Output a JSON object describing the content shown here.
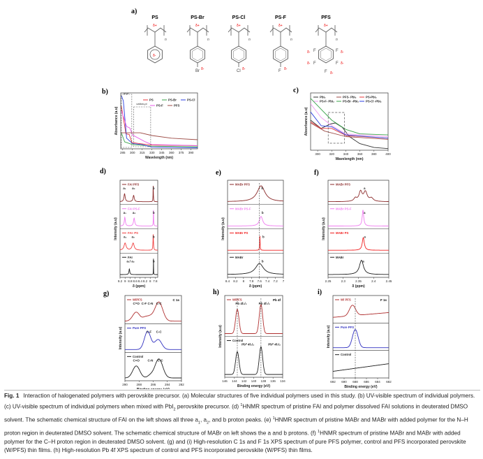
{
  "panel_a": {
    "label": "a)",
    "delta_plus": "δ+",
    "delta_minus": "δ-",
    "repeat_unit": "n",
    "polymers": [
      {
        "name": "PS",
        "substituent": ""
      },
      {
        "name": "PS-Br",
        "substituent": "Br"
      },
      {
        "name": "PS-Cl",
        "substituent": "Cl"
      },
      {
        "name": "PS-F",
        "substituent": "F"
      },
      {
        "name": "PFS",
        "substituent": "F"
      }
    ]
  },
  "chart_data": [
    {
      "id": "b",
      "label": "b)",
      "type": "line",
      "xlabel": "Wavelength (nm)",
      "ylabel": "Absorbance (a.u)",
      "xlim": [
        282,
        400
      ],
      "ylim": [
        0,
        1.05
      ],
      "xticks": [
        285,
        300,
        315,
        330,
        345,
        360,
        375,
        390
      ],
      "annotations": [
        "pi-pi",
        "cation-pi"
      ],
      "series": [
        {
          "name": "PS",
          "color": "#e8383d",
          "points": [
            [
              283,
              0.8
            ],
            [
              290,
              0.28
            ],
            [
              295,
              0.27
            ],
            [
              299,
              0.12
            ],
            [
              310,
              0.1
            ],
            [
              330,
              0.07
            ],
            [
              400,
              0.06
            ]
          ]
        },
        {
          "name": "PS-Br",
          "color": "#3aa34a",
          "points": [
            [
              283,
              0.3
            ],
            [
              288,
              0.13
            ],
            [
              300,
              0.08
            ],
            [
              330,
              0.05
            ],
            [
              400,
              0.04
            ]
          ]
        },
        {
          "name": "PS-Cl",
          "color": "#2b3fe0",
          "points": [
            [
              283,
              1.0
            ],
            [
              286,
              0.9
            ],
            [
              291,
              0.2
            ],
            [
              300,
              0.1
            ],
            [
              315,
              0.08
            ],
            [
              330,
              0.03
            ],
            [
              400,
              0.02
            ]
          ]
        },
        {
          "name": "PS-F",
          "color": "#e85ae8",
          "points": [
            [
              283,
              0.72
            ],
            [
              291,
              0.42
            ],
            [
              296,
              0.39
            ],
            [
              300,
              0.26
            ],
            [
              320,
              0.13
            ],
            [
              330,
              0.08
            ],
            [
              400,
              0.06
            ]
          ]
        },
        {
          "name": "PFS",
          "color": "#9c4a44",
          "points": [
            [
              283,
              0.3
            ],
            [
              312,
              0.3
            ],
            [
              330,
              0.25
            ],
            [
              360,
              0.2
            ],
            [
              400,
              0.17
            ]
          ]
        }
      ]
    },
    {
      "id": "c",
      "label": "c)",
      "type": "line",
      "xlabel": "Wavelength (nm)",
      "ylabel": "Absorbance (a.u)",
      "xlim": [
        290,
        400
      ],
      "ylim": [
        0,
        1.05
      ],
      "xticks": [
        300,
        320,
        340,
        360,
        380,
        400
      ],
      "series": [
        {
          "name": "PbI₂",
          "color": "#333333",
          "points": [
            [
              290,
              0.55
            ],
            [
              305,
              0.4
            ],
            [
              318,
              0.48
            ],
            [
              325,
              0.5
            ],
            [
              335,
              0.42
            ],
            [
              345,
              0.25
            ],
            [
              360,
              0.12
            ],
            [
              380,
              0.05
            ],
            [
              400,
              0.03
            ]
          ]
        },
        {
          "name": "PFS- PbI₂",
          "color": "#9c4a44",
          "points": [
            [
              290,
              0.5
            ],
            [
              310,
              0.35
            ],
            [
              340,
              0.25
            ],
            [
              400,
              0.2
            ]
          ]
        },
        {
          "name": "PS-PbI₂",
          "color": "#e8383d",
          "points": [
            [
              290,
              0.52
            ],
            [
              305,
              0.4
            ],
            [
              320,
              0.4
            ],
            [
              340,
              0.27
            ],
            [
              400,
              0.22
            ]
          ]
        },
        {
          "name": "PS-F- PbI₂",
          "color": "#f09af0",
          "points": [
            [
              290,
              0.85
            ],
            [
              305,
              0.6
            ],
            [
              320,
              0.45
            ],
            [
              340,
              0.3
            ],
            [
              400,
              0.25
            ]
          ]
        },
        {
          "name": "PS-Br -PbI₂",
          "color": "#3aa34a",
          "points": [
            [
              290,
              0.95
            ],
            [
              305,
              0.75
            ],
            [
              320,
              0.55
            ],
            [
              340,
              0.38
            ],
            [
              360,
              0.3
            ],
            [
              400,
              0.28
            ]
          ]
        },
        {
          "name": "PS-Cl -PbI₂",
          "color": "#2b3fe0",
          "points": [
            [
              290,
              0.7
            ],
            [
              305,
              0.45
            ],
            [
              320,
              0.43
            ],
            [
              340,
              0.28
            ],
            [
              400,
              0.22
            ]
          ]
        }
      ]
    },
    {
      "id": "d",
      "label": "d)",
      "type": "line",
      "xlabel": "δ (ppm)",
      "ylabel": "Intensity (a.u)",
      "xlim": [
        9.2,
        7.7
      ],
      "xticks": [
        9.2,
        9.0,
        8.8,
        8.6,
        8.4,
        8.2,
        8.0,
        7.8
      ],
      "stacks": [
        {
          "name": "FAI PFS",
          "color": "#8b2a2a",
          "shape": "lorentz",
          "peaks": [
            [
              9.02,
              0.5,
              0.03
            ],
            [
              8.66,
              0.4,
              0.03
            ],
            [
              7.88,
              1.0,
              0.008
            ]
          ],
          "marks": [
            [
              "a₁",
              9.02
            ],
            [
              "a₂",
              8.66
            ],
            [
              "b",
              7.86
            ]
          ]
        },
        {
          "name": "FAI PS-F",
          "color": "#f07cf0",
          "shape": "lorentz",
          "peaks": [
            [
              9.01,
              0.55,
              0.025
            ],
            [
              8.64,
              0.5,
              0.03
            ],
            [
              7.87,
              1.0,
              0.008
            ]
          ],
          "marks": [
            [
              "a₁",
              9.01
            ],
            [
              "a₂",
              8.64
            ],
            [
              "b",
              7.86
            ]
          ]
        },
        {
          "name": "FAI- PS",
          "color": "#f04040",
          "shape": "lorentz",
          "peaks": [
            [
              9.0,
              0.45,
              0.05
            ],
            [
              8.68,
              0.45,
              0.05
            ],
            [
              7.88,
              1.0,
              0.012
            ]
          ],
          "marks": [
            [
              "a₁",
              9.0
            ],
            [
              "a₂",
              8.68
            ],
            [
              "b",
              7.86
            ]
          ]
        },
        {
          "name": "FAI",
          "color": "#222222",
          "shape": "lorentz",
          "peaks": [
            [
              8.83,
              0.35,
              0.02
            ],
            [
              7.87,
              1.0,
              0.004
            ]
          ],
          "marks": [
            [
              "a₁/ a₂",
              8.78
            ],
            [
              "b",
              7.86
            ]
          ]
        }
      ]
    },
    {
      "id": "e",
      "label": "e)",
      "type": "line",
      "xlabel": "δ (ppm)",
      "ylabel": "Intensity (a.u)",
      "xlim": [
        8.4,
        7.0
      ],
      "xticks": [
        8.4,
        8.2,
        8.0,
        7.8,
        7.6,
        7.4,
        7.2,
        7.0
      ],
      "dashed_x": [
        7.6
      ],
      "stacks": [
        {
          "name": "MABr PFS",
          "color": "#8b2a2a",
          "shape": "lorentz",
          "peaks": [
            [
              7.56,
              1.0,
              0.12
            ]
          ],
          "marks": [
            [
              "b",
              7.53
            ]
          ]
        },
        {
          "name": "MABr PS-F",
          "color": "#f07cf0",
          "shape": "lorentz",
          "peaks": [
            [
              7.56,
              0.6,
              0.05
            ]
          ],
          "marks": [
            [
              "b",
              7.52
            ]
          ]
        },
        {
          "name": "MABr PS",
          "color": "#f02020",
          "shape": "lorentz",
          "peaks": [
            [
              7.59,
              1.0,
              0.006
            ]
          ],
          "marks": [
            [
              "b",
              7.5
            ]
          ]
        },
        {
          "name": "MABr",
          "color": "#222222",
          "shape": "lorentz",
          "peaks": [
            [
              7.6,
              0.7,
              0.12
            ]
          ],
          "marks": [
            [
              "b",
              7.52
            ]
          ]
        }
      ]
    },
    {
      "id": "f",
      "label": "f)",
      "type": "line",
      "xlabel": "δ (ppm)",
      "ylabel": "Intensity (a.u)",
      "xlim": [
        2.25,
        2.45
      ],
      "xticks": [
        2.25,
        2.3,
        2.35,
        2.4,
        2.45
      ],
      "stacks": [
        {
          "name": "MABr PFS",
          "color": "#8b2a2a",
          "shape": "lorentz",
          "peaks": [
            [
              2.34,
              0.2,
              0.006
            ],
            [
              2.357,
              0.6,
              0.006
            ],
            [
              2.373,
              0.6,
              0.007
            ],
            [
              2.393,
              0.2,
              0.007
            ]
          ],
          "marks": [
            [
              "a",
              2.37
            ]
          ]
        },
        {
          "name": "MABr PS-F",
          "color": "#f07cf0",
          "shape": "lorentz",
          "peaks": [
            [
              2.365,
              1.0,
              0.003
            ]
          ],
          "marks": [
            [
              "a",
              2.37
            ]
          ]
        },
        {
          "name": "MABr PS",
          "color": "#f02020",
          "shape": "lorentz",
          "peaks": [
            [
              2.366,
              0.8,
              0.004
            ]
          ],
          "marks": [
            [
              "a",
              2.371
            ]
          ]
        },
        {
          "name": "MABr",
          "color": "#222222",
          "shape": "lorentz",
          "peaks": [
            [
              2.36,
              0.9,
              0.008
            ]
          ],
          "marks": [
            [
              "a",
              2.366
            ]
          ]
        }
      ]
    },
    {
      "id": "g",
      "label": "g)",
      "type": "line",
      "xlabel": "Binding energy (eV)",
      "ylabel": "Intensity (a.u)",
      "xlim": [
        290,
        282
      ],
      "xticks": [
        290,
        288,
        286,
        284,
        282
      ],
      "corner_label": "C 1s",
      "stacks": [
        {
          "name": "W/PFS",
          "color": "#b03030",
          "shape": "gauss",
          "peaks": [
            [
              288.4,
              0.45,
              0.5
            ],
            [
              287.2,
              0.12,
              0.35
            ],
            [
              286.5,
              0.22,
              0.5
            ],
            [
              285.2,
              0.95,
              0.55
            ]
          ],
          "marks": [
            [
              "C=O",
              288.4
            ],
            [
              "C-F",
              287.3
            ],
            [
              "C-N",
              286.4
            ],
            [
              "C-C",
              285.2
            ]
          ]
        },
        {
          "name": "Pure PFS",
          "color": "#3030c0",
          "shape": "gauss",
          "peaks": [
            [
              286.8,
              0.9,
              0.45
            ],
            [
              285.3,
              0.5,
              0.5
            ]
          ],
          "marks": [
            [
              "C-F",
              286.6
            ],
            [
              "C-C",
              285.2
            ]
          ]
        },
        {
          "name": "Control",
          "color": "#222222",
          "shape": "gauss",
          "peaks": [
            [
              288.4,
              0.6,
              0.5
            ],
            [
              286.4,
              0.12,
              0.4
            ],
            [
              285.2,
              0.95,
              0.55
            ]
          ],
          "marks": [
            [
              "C=O",
              288.4
            ],
            [
              "C-N",
              286.4
            ],
            [
              "C-C",
              285.0
            ]
          ]
        }
      ]
    },
    {
      "id": "h",
      "label": "h)",
      "type": "line",
      "xlabel": "Binding energy (eV)",
      "ylabel": "Intensity (a.u)",
      "xlim": [
        146,
        134
      ],
      "xticks": [
        146,
        144,
        142,
        140,
        138,
        136,
        134
      ],
      "corner_label": "Pb 4f",
      "dashed_x": [
        143.4,
        138.5
      ],
      "stacks": [
        {
          "name": "W/PFS",
          "color": "#b03030",
          "shape": "gauss",
          "peaks": [
            [
              143.4,
              0.75,
              0.35
            ],
            [
              138.5,
              0.9,
              0.35
            ]
          ],
          "marks": [
            [
              "Pb 4f₅/₂",
              142.6
            ],
            [
              "Pb 4f₇/₂",
              137.8
            ]
          ]
        },
        {
          "name": "Control",
          "color": "#222222",
          "shape": "gauss",
          "peaks": [
            [
              143.4,
              0.7,
              0.35
            ],
            [
              138.5,
              0.85,
              0.35
            ]
          ],
          "marks": [
            [
              "Pb⁰ 4f₅/₂",
              141.2
            ],
            [
              "Pb⁰ 4f₇/₂",
              135.7
            ]
          ]
        }
      ]
    },
    {
      "id": "i",
      "label": "i)",
      "type": "line",
      "xlabel": "Binding energy (eV)",
      "ylabel": "Intensity (a.u)",
      "xlim": [
        692,
        682
      ],
      "xticks": [
        692,
        690,
        688,
        686,
        684,
        682
      ],
      "corner_label": "F 1s",
      "dashed_x": [
        688
      ],
      "stacks": [
        {
          "name": "W/ PFS",
          "color": "#b03030",
          "shape": "gauss",
          "peaks": [
            [
              688.5,
              0.55,
              0.55
            ]
          ],
          "linear": [
            0.15,
            0.4
          ],
          "marks": []
        },
        {
          "name": "Pure PFS",
          "color": "#3030c0",
          "shape": "gauss",
          "peaks": [
            [
              688,
              0.95,
              0.5
            ]
          ],
          "marks": []
        },
        {
          "name": "Control",
          "color": "#222222",
          "shape": "gauss",
          "peaks": [],
          "linear": [
            0.2,
            0.6
          ],
          "marks": []
        }
      ]
    }
  ],
  "caption": [
    {
      "k": "b",
      "t": "Fig. 1"
    },
    {
      "k": "",
      "t": "Interaction of halogenated polymers with perovskite precursor. (a) Molecular structures of five individual polymers used in this study. (b) UV-visible spectrum of individual polymers. (c) UV-visible spectrum of individual polymers when mixed with PbI"
    },
    {
      "k": "sub",
      "t": "2"
    },
    {
      "k": "",
      "t": " perovskite precursor. (d) "
    },
    {
      "k": "sup",
      "t": "1"
    },
    {
      "k": "",
      "t": "HNMR spectrum of pristine FAI and polymer dissolved FAI solutions in deuterated DMSO solvent. The schematic chemical structure of FAI on the left shows all three a"
    },
    {
      "k": "sub",
      "t": "1"
    },
    {
      "k": "",
      "t": ", a"
    },
    {
      "k": "sub",
      "t": "2"
    },
    {
      "k": "",
      "t": ", and b proton peaks. (e) "
    },
    {
      "k": "sup",
      "t": "1"
    },
    {
      "k": "",
      "t": "HNMR spectrum of pristine MABr and MABr with added polymer for the N–H proton region in deuterated DMSO solvent. The schematic chemical structure of MABr on left shows the a and b protons. (f) "
    },
    {
      "k": "sup",
      "t": "1"
    },
    {
      "k": "",
      "t": "HNMR spectrum of pristine MABr and MABr with added polymer for the C–H proton region in deuterated DMSO solvent. (g) and (i) High-resolution C 1s and F 1s XPS spectrum of pure PFS polymer, control and PFS incorporated perovskite (W/PFS) thin films. (h) High-resolution Pb 4f XPS spectrum of control and PFS incorporated perovskite (W/PFS) thin films."
    }
  ]
}
